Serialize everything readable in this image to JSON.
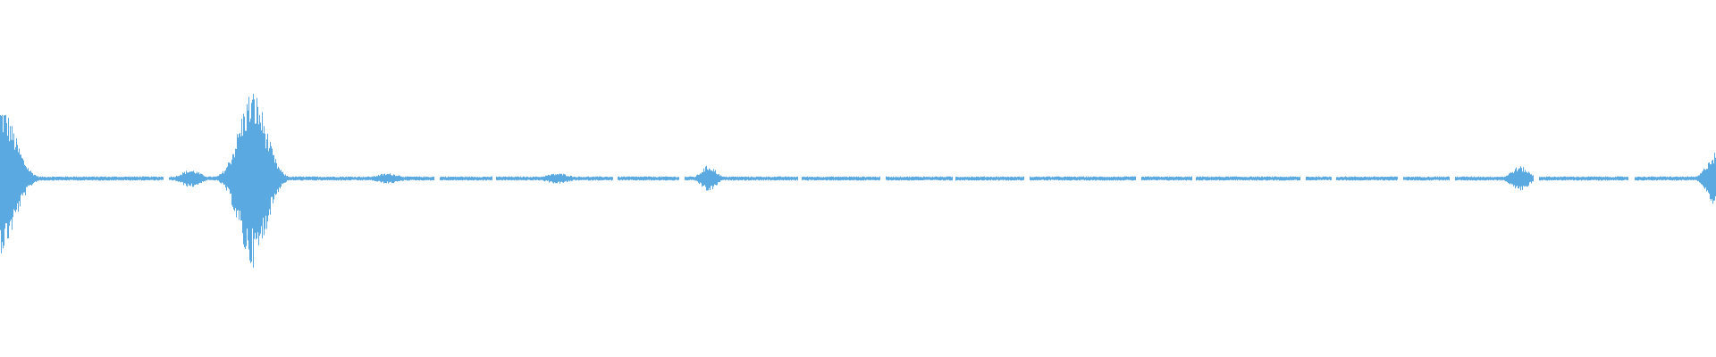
{
  "waveform": {
    "color": "#5aa9e0",
    "background": "#ffffff",
    "silence_gaps": [
      [
        0.095,
        0.098
      ],
      [
        0.253,
        0.256
      ],
      [
        0.287,
        0.289
      ],
      [
        0.357,
        0.36
      ],
      [
        0.396,
        0.399
      ],
      [
        0.465,
        0.467
      ],
      [
        0.513,
        0.516
      ],
      [
        0.555,
        0.557
      ],
      [
        0.597,
        0.6
      ],
      [
        0.662,
        0.665
      ],
      [
        0.695,
        0.697
      ],
      [
        0.758,
        0.761
      ],
      [
        0.776,
        0.779
      ],
      [
        0.815,
        0.818
      ],
      [
        0.845,
        0.848
      ],
      [
        0.894,
        0.897
      ],
      [
        0.949,
        0.953
      ]
    ],
    "bursts": [
      {
        "center": 0.0,
        "amplitude": 0.42,
        "width": 0.012
      },
      {
        "center": 0.147,
        "amplitude": 0.5,
        "width": 0.011
      },
      {
        "center": 0.111,
        "amplitude": 0.05,
        "width": 0.008
      },
      {
        "center": 0.226,
        "amplitude": 0.03,
        "width": 0.01
      },
      {
        "center": 0.325,
        "amplitude": 0.03,
        "width": 0.01
      },
      {
        "center": 0.413,
        "amplitude": 0.075,
        "width": 0.006
      },
      {
        "center": 0.886,
        "amplitude": 0.07,
        "width": 0.007
      },
      {
        "center": 1.0,
        "amplitude": 0.15,
        "width": 0.007
      }
    ],
    "base_amplitude": 0.012
  }
}
